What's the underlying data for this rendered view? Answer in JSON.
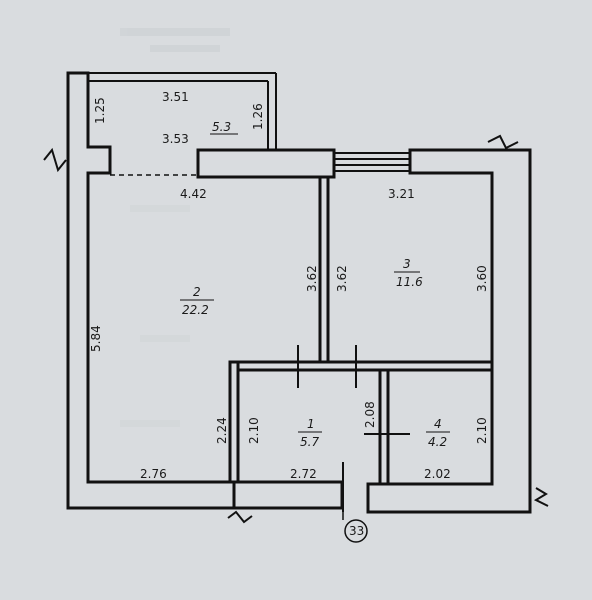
{
  "rooms": [
    {
      "number": "1",
      "area": "5.7"
    },
    {
      "number": "2",
      "area": "22.2"
    },
    {
      "number": "3",
      "area": "11.6"
    },
    {
      "number": "4",
      "area": "4.2"
    },
    {
      "number": "",
      "area": "5.3"
    }
  ],
  "dimensions": {
    "balcony_outer_width": "3.51",
    "balcony_inner_width": "3.53",
    "balcony_left_depth": "1.25",
    "balcony_right_depth": "1.26",
    "room2_top_width": "4.42",
    "room3_top_width": "3.21",
    "wall_left_height": "3.62",
    "wall_right_height": "3.62",
    "room3_right_height": "3.60",
    "room2_left_height": "5.84",
    "corridor_left_height": "2.24",
    "corridor_inner_left_height": "2.10",
    "corridor_inner_right_height": "2.08",
    "room4_right_height": "2.10",
    "bottom_left_width": "2.76",
    "bottom_middle_width": "2.72",
    "bottom_right_width": "2.02"
  },
  "apartment_number": "33"
}
